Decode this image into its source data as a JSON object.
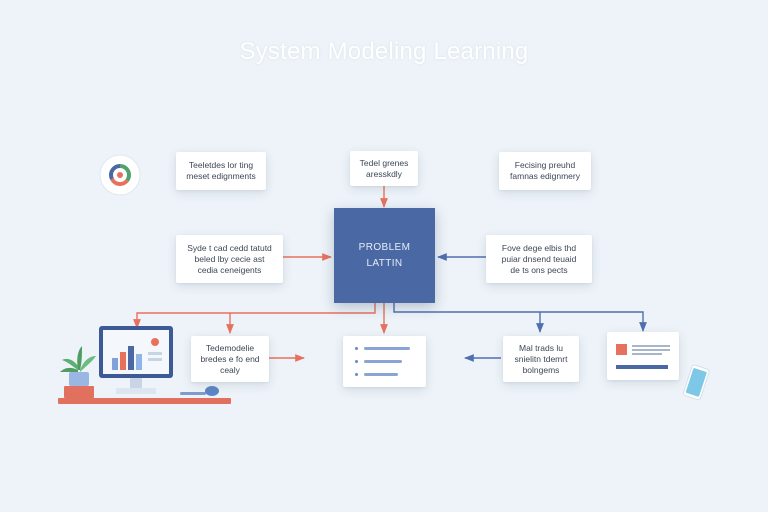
{
  "title": "System Modeling Learning",
  "central": {
    "line1": "PROBLEM",
    "line2": "LATTIN"
  },
  "cards": {
    "top_left": "Teeletdes lor ting\nmeset edignments",
    "top_center": "Tedel grenes\naresskdly",
    "top_right": "Fecising preuhd\nfamnas edignmery",
    "mid_left": "Syde t cad cedd tatutd\nbeled lby cecie ast\ncedia ceneigents",
    "mid_right": "Fove dege elbis thd\npuiar dnsend teuaid\nde ts ons pects",
    "bottom_left": "Tedemodelie\nbredes e fo end\ncealy",
    "bottom_right": "Mal trads lu\nsnielitn tdemrt\nbolngems"
  },
  "colors": {
    "accent_blue": "#4a68a4",
    "arrow_coral": "#e8715e",
    "arrow_blue": "#4f70b0",
    "background": "#edf3f8"
  },
  "icons": [
    "donut-chart-icon",
    "monitor-bar-chart-icon",
    "potted-plant-icon",
    "mouse-icon",
    "list-document-icon",
    "report-document-icon",
    "phone-icon"
  ]
}
